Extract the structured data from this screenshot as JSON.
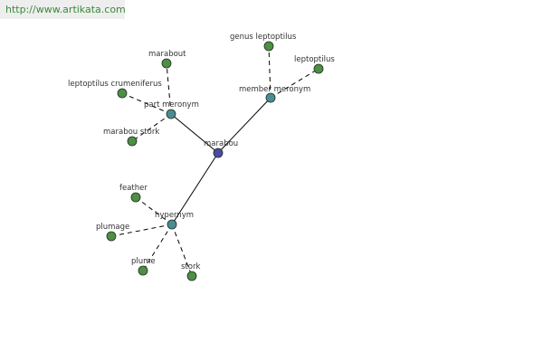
{
  "watermark": "http://www.artikata.com",
  "colors": {
    "center": "#4a4aa6",
    "relation": "#4a8c96",
    "leaf": "#4e8e45"
  },
  "nodes": [
    {
      "id": "marabou",
      "label": "marabou",
      "kind": "center"
    },
    {
      "id": "part_meronym",
      "label": "part meronym",
      "kind": "relation"
    },
    {
      "id": "member_meronym",
      "label": "member meronym",
      "kind": "relation"
    },
    {
      "id": "hypernym",
      "label": "hypernym",
      "kind": "relation"
    },
    {
      "id": "marabout",
      "label": "marabout",
      "kind": "leaf"
    },
    {
      "id": "leptoptilus_crumeniferus",
      "label": "leptoptilus crumeniferus",
      "kind": "leaf"
    },
    {
      "id": "marabou_stork",
      "label": "marabou stork",
      "kind": "leaf"
    },
    {
      "id": "genus_leptoptilus",
      "label": "genus leptoptilus",
      "kind": "leaf"
    },
    {
      "id": "leptoptilus",
      "label": "leptoptilus",
      "kind": "leaf"
    },
    {
      "id": "feather",
      "label": "feather",
      "kind": "leaf"
    },
    {
      "id": "plumage",
      "label": "plumage",
      "kind": "leaf"
    },
    {
      "id": "plume",
      "label": "plume",
      "kind": "leaf"
    },
    {
      "id": "stork",
      "label": "stork",
      "kind": "leaf"
    }
  ],
  "edges": [
    {
      "from": "marabou",
      "to": "part_meronym",
      "style": "solid"
    },
    {
      "from": "marabou",
      "to": "member_meronym",
      "style": "solid"
    },
    {
      "from": "marabou",
      "to": "hypernym",
      "style": "solid"
    },
    {
      "from": "part_meronym",
      "to": "marabout",
      "style": "dashed"
    },
    {
      "from": "part_meronym",
      "to": "leptoptilus_crumeniferus",
      "style": "dashed"
    },
    {
      "from": "part_meronym",
      "to": "marabou_stork",
      "style": "dashed"
    },
    {
      "from": "member_meronym",
      "to": "genus_leptoptilus",
      "style": "dashed"
    },
    {
      "from": "member_meronym",
      "to": "leptoptilus",
      "style": "dashed"
    },
    {
      "from": "hypernym",
      "to": "feather",
      "style": "dashed"
    },
    {
      "from": "hypernym",
      "to": "plumage",
      "style": "dashed"
    },
    {
      "from": "hypernym",
      "to": "plume",
      "style": "dashed"
    },
    {
      "from": "hypernym",
      "to": "stork",
      "style": "dashed"
    }
  ]
}
